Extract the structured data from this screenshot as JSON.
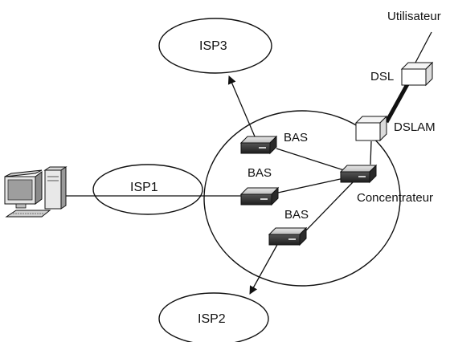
{
  "diagram": {
    "nodes": {
      "isp1": "ISP1",
      "isp2": "ISP2",
      "isp3": "ISP3",
      "bas_top": "BAS",
      "bas_middle": "BAS",
      "bas_bottom": "BAS",
      "concentrator": "Concentrateur",
      "dslam": "DSLAM",
      "dsl": "DSL",
      "user": "Utilisateur"
    },
    "colors": {
      "stroke": "#111111",
      "device_fill": "#f2f2f2",
      "device_dark": "#3a3a3a"
    }
  }
}
